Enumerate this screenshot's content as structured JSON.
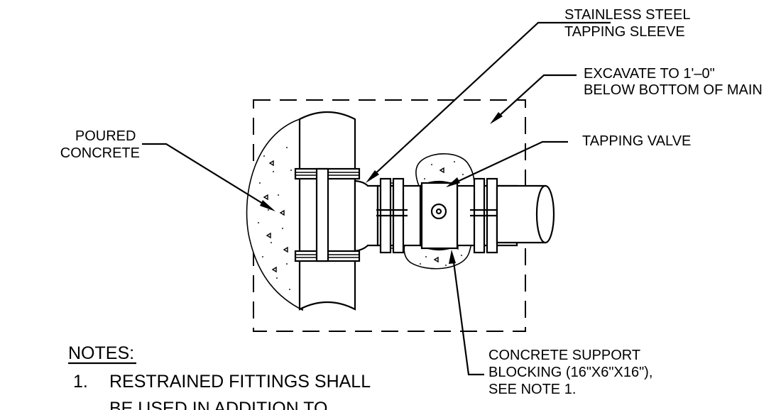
{
  "labels": {
    "tapping_sleeve": [
      "STAINLESS STEEL",
      "TAPPING SLEEVE"
    ],
    "excavate": [
      "EXCAVATE TO 1'–0\"",
      "BELOW BOTTOM OF MAIN"
    ],
    "poured_concrete": [
      "POURED",
      "CONCRETE"
    ],
    "tapping_valve": [
      "TAPPING VALVE"
    ],
    "support_blocking": [
      "CONCRETE SUPPORT",
      "BLOCKING (16\"X6\"X16\"),",
      "SEE NOTE 1."
    ]
  },
  "notes": {
    "heading": "NOTES:",
    "items": [
      {
        "number": "1.",
        "lines": [
          "RESTRAINED FITTINGS SHALL",
          "BE USED IN ADDITION TO"
        ]
      }
    ]
  },
  "colors": {
    "line": "#000000",
    "background": "#ffffff"
  }
}
